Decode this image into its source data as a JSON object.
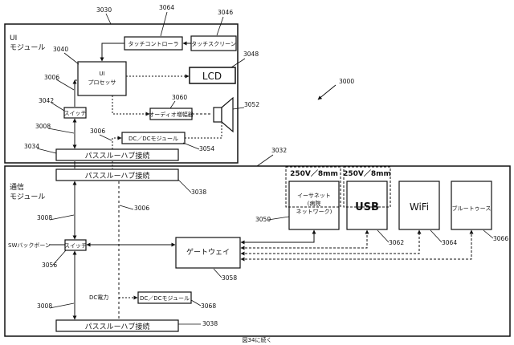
{
  "refs": {
    "r3030": "3030",
    "r3064": "3064",
    "r3046": "3046",
    "r3048": "3048",
    "r3040": "3040",
    "r3006a": "3006",
    "r3042": "3042",
    "r3008a": "3008",
    "r3034": "3034",
    "r3006b": "3006",
    "r3060": "3060",
    "r3052": "3052",
    "r3054": "3054",
    "r3000": "3000",
    "r3032": "3032",
    "r3038a": "3038",
    "r3008b": "3008",
    "r3006c": "3006",
    "r3050": "3050",
    "r3062": "3062",
    "r3064b": "3064",
    "r3066": "3066",
    "r3058": "3058",
    "r3056": "3056",
    "r3008c": "3008",
    "r3068": "3068",
    "r3038b": "3038"
  },
  "ui_module": {
    "title_line1": "UI",
    "title_line2": "モジュール",
    "touch_controller": "タッチコントローラ",
    "touch_screen": "タッチスクリーン",
    "processor_line1": "UI",
    "processor_line2": "プロセッサ",
    "lcd": "LCD",
    "switch": "スイッチ",
    "audio_amp": "オーディオ増幅器",
    "dcdc": "DC／DCモジュール",
    "hub": "パススルーハブ接続"
  },
  "comm_module": {
    "title_line1": "通信",
    "title_line2": "モジュール",
    "hub_top": "パススルーハブ接続",
    "hub_bottom": "パススルーハブ接続",
    "sw_backbone": "SWバックボーン",
    "switch": "スイッチ",
    "gateway": "ゲートウェイ",
    "dc_power": "DC電力",
    "dcdc": "DC／DCモジュール",
    "voltage1": "250V／8mm",
    "voltage2": "250V／8mm",
    "ethernet_line1": "イーサネット",
    "ethernet_line2": "(病院",
    "ethernet_line3": "ネットワーク)",
    "usb": "USB",
    "wifi": "WiFi",
    "bluetooth": "ブルートゥース"
  },
  "footer": {
    "caption": "図34に続く"
  }
}
